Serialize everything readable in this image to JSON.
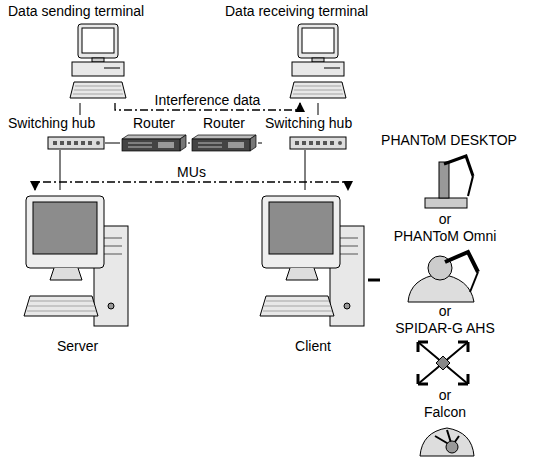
{
  "diagram": {
    "nodes": [
      {
        "text": [
          "Data sending terminal"
        ]
      },
      {
        "text": [
          "Data receiving terminal"
        ]
      },
      {
        "text": [
          "Switching hub"
        ]
      },
      {
        "text": [
          "Router"
        ]
      },
      {
        "text": [
          "Router"
        ]
      },
      {
        "text": [
          "Switching hub"
        ]
      },
      {
        "text": [
          "Server"
        ]
      },
      {
        "text": [
          "Client"
        ]
      },
      {
        "text": [
          "PHANToM DESKTOP"
        ]
      },
      {
        "text": [
          "PHANToM Omni"
        ]
      },
      {
        "text": [
          "SPIDAR-G AHS"
        ]
      },
      {
        "text": [
          "Falcon"
        ]
      }
    ],
    "edges": [
      {
        "from": 0,
        "to": 1,
        "label": "Interference data",
        "arrow": "to"
      },
      {
        "from": 6,
        "to": 7,
        "label": "MUs",
        "arrow": "both"
      },
      {
        "from": 0,
        "to": 2,
        "arrow": "none"
      },
      {
        "from": 2,
        "to": 3,
        "arrow": "none"
      },
      {
        "from": 3,
        "to": 4,
        "arrow": "none"
      },
      {
        "from": 4,
        "to": 5,
        "arrow": "none"
      },
      {
        "from": 5,
        "to": 1,
        "arrow": "none"
      },
      {
        "from": 2,
        "to": 6,
        "arrow": "none"
      },
      {
        "from": 5,
        "to": 7,
        "arrow": "none"
      },
      {
        "from": 7,
        "to": 9,
        "arrow": "none"
      }
    ],
    "labels": [
      "or",
      "or",
      "or"
    ]
  }
}
